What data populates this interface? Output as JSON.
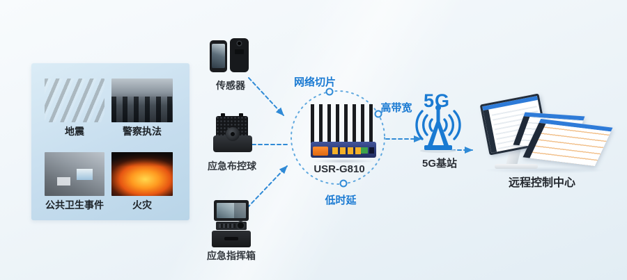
{
  "scenarios": {
    "items": [
      {
        "id": "earthquake",
        "label": "地震"
      },
      {
        "id": "police-enforcement",
        "label": "警察执法"
      },
      {
        "id": "public-health-event",
        "label": "公共卫生事件"
      },
      {
        "id": "fire",
        "label": "火灾"
      }
    ]
  },
  "devices": {
    "sensor": {
      "label": "传感器"
    },
    "patrol_ball": {
      "label": "应急布控球"
    },
    "command_case": {
      "label": "应急指挥箱"
    }
  },
  "router": {
    "model": "USR-G810"
  },
  "network_features": {
    "slicing": "网络切片",
    "high_bandwidth": "高带宽",
    "low_latency": "低时延"
  },
  "base_station": {
    "badge": "5G",
    "label": "5G基站"
  },
  "control_center": {
    "label": "远程控制中心"
  },
  "icons": {
    "router": "router-antennas-icon",
    "base_station": "5g-tower-icon",
    "control_center": "monitor-dashboards-icon"
  },
  "colors": {
    "accent_blue": "#1a7ad2",
    "line_blue": "#2f8ad6",
    "panel_blue": "#c6ddee",
    "router_navy": "#2b3a78",
    "router_orange": "#f07a1f"
  }
}
